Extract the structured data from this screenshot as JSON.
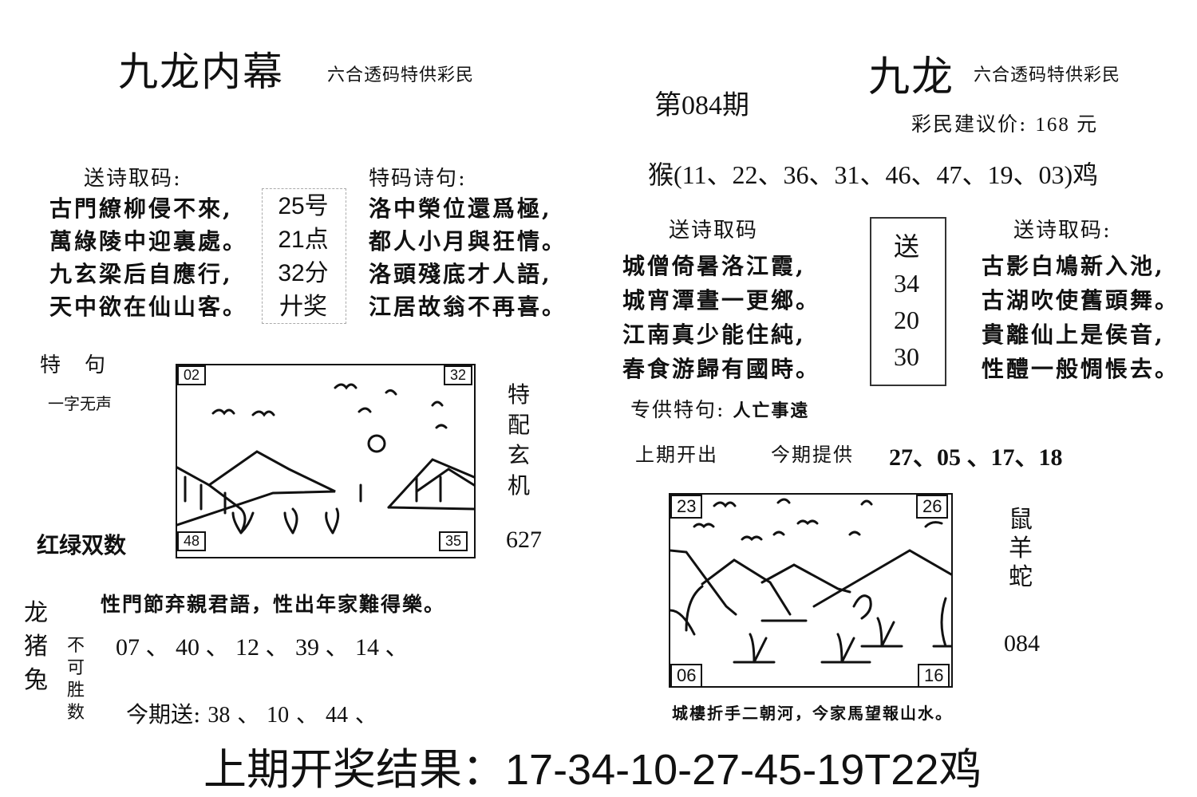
{
  "left": {
    "title": "九龙内幕",
    "subtitle": "六合透码特供彩民",
    "poem_label": "送诗取码:",
    "special_label": "特码诗句:",
    "poem_lines": [
      "古門繚柳侵不來,",
      "萬綠陵中迎裏處。",
      "九玄梁后自應行,",
      "天中欲在仙山客。"
    ],
    "center_box": [
      "25号",
      "21点",
      "32分",
      "廾奖"
    ],
    "special_lines": [
      "洛中榮位還爲極,",
      "都人小月與狂情。",
      "洛頭殘底才人語,",
      "江居故翁不再喜。"
    ],
    "te_ju_label": "特　句",
    "te_ju_value": "一字无声",
    "red_green_label": "红绿双数",
    "picture_corners": {
      "top_left": "02",
      "top_right": "32",
      "bottom_left": "48",
      "bottom_right": "35"
    },
    "side_vertical": [
      "特",
      "配",
      "玄",
      "机"
    ],
    "side_number": "627",
    "bottom_poem": "性門節弃親君語，性出年家難得樂。",
    "zodiac_vertical": [
      "龙",
      "猪",
      "兔"
    ],
    "not_win_vertical": [
      "不",
      "可",
      "胜",
      "数"
    ],
    "numbers_line": [
      "07",
      "40",
      "12",
      "39",
      "14"
    ],
    "send_label": "今期送:",
    "send_numbers": [
      "38",
      "10",
      "44"
    ]
  },
  "right": {
    "issue": "第084期",
    "title": "九龙",
    "subtitle": "六合透码特供彩民",
    "price_label": "彩民建议价:",
    "price_value": "168 元",
    "range_line": "猴(11、22、36、31、46、47、19、03)鸡",
    "poem_label_left": "送诗取码",
    "poem_label_right": "送诗取码:",
    "poem_left": [
      "城僧倚暑洛江霞,",
      "城宵潭晝一更鄉。",
      "江南真少能住純,",
      "春食游歸有國時。"
    ],
    "center_box": [
      "送",
      "34",
      "20",
      "30"
    ],
    "poem_right": [
      "古影白鳩新入池,",
      "古湖吹使舊頭舞。",
      "貴離仙上是侯音,",
      "性醴一般惆悵去。"
    ],
    "special_sentence_label": "专供特句:",
    "special_sentence_value": "人亡事遠",
    "last_issue_label": "上期开出",
    "this_issue_label": "今期提供",
    "this_issue_numbers": "27、05 、17、18",
    "picture_corners": {
      "top_left": "23",
      "top_right": "26",
      "bottom_left": "06",
      "bottom_right": "16"
    },
    "side_vertical": [
      "鼠",
      "羊",
      "蛇"
    ],
    "side_number": "084",
    "picture_caption": "城樓折手二朝河，今家馬望報山水。"
  },
  "footer": {
    "result": "上期开奖结果：17-34-10-27-45-19T22鸡"
  }
}
